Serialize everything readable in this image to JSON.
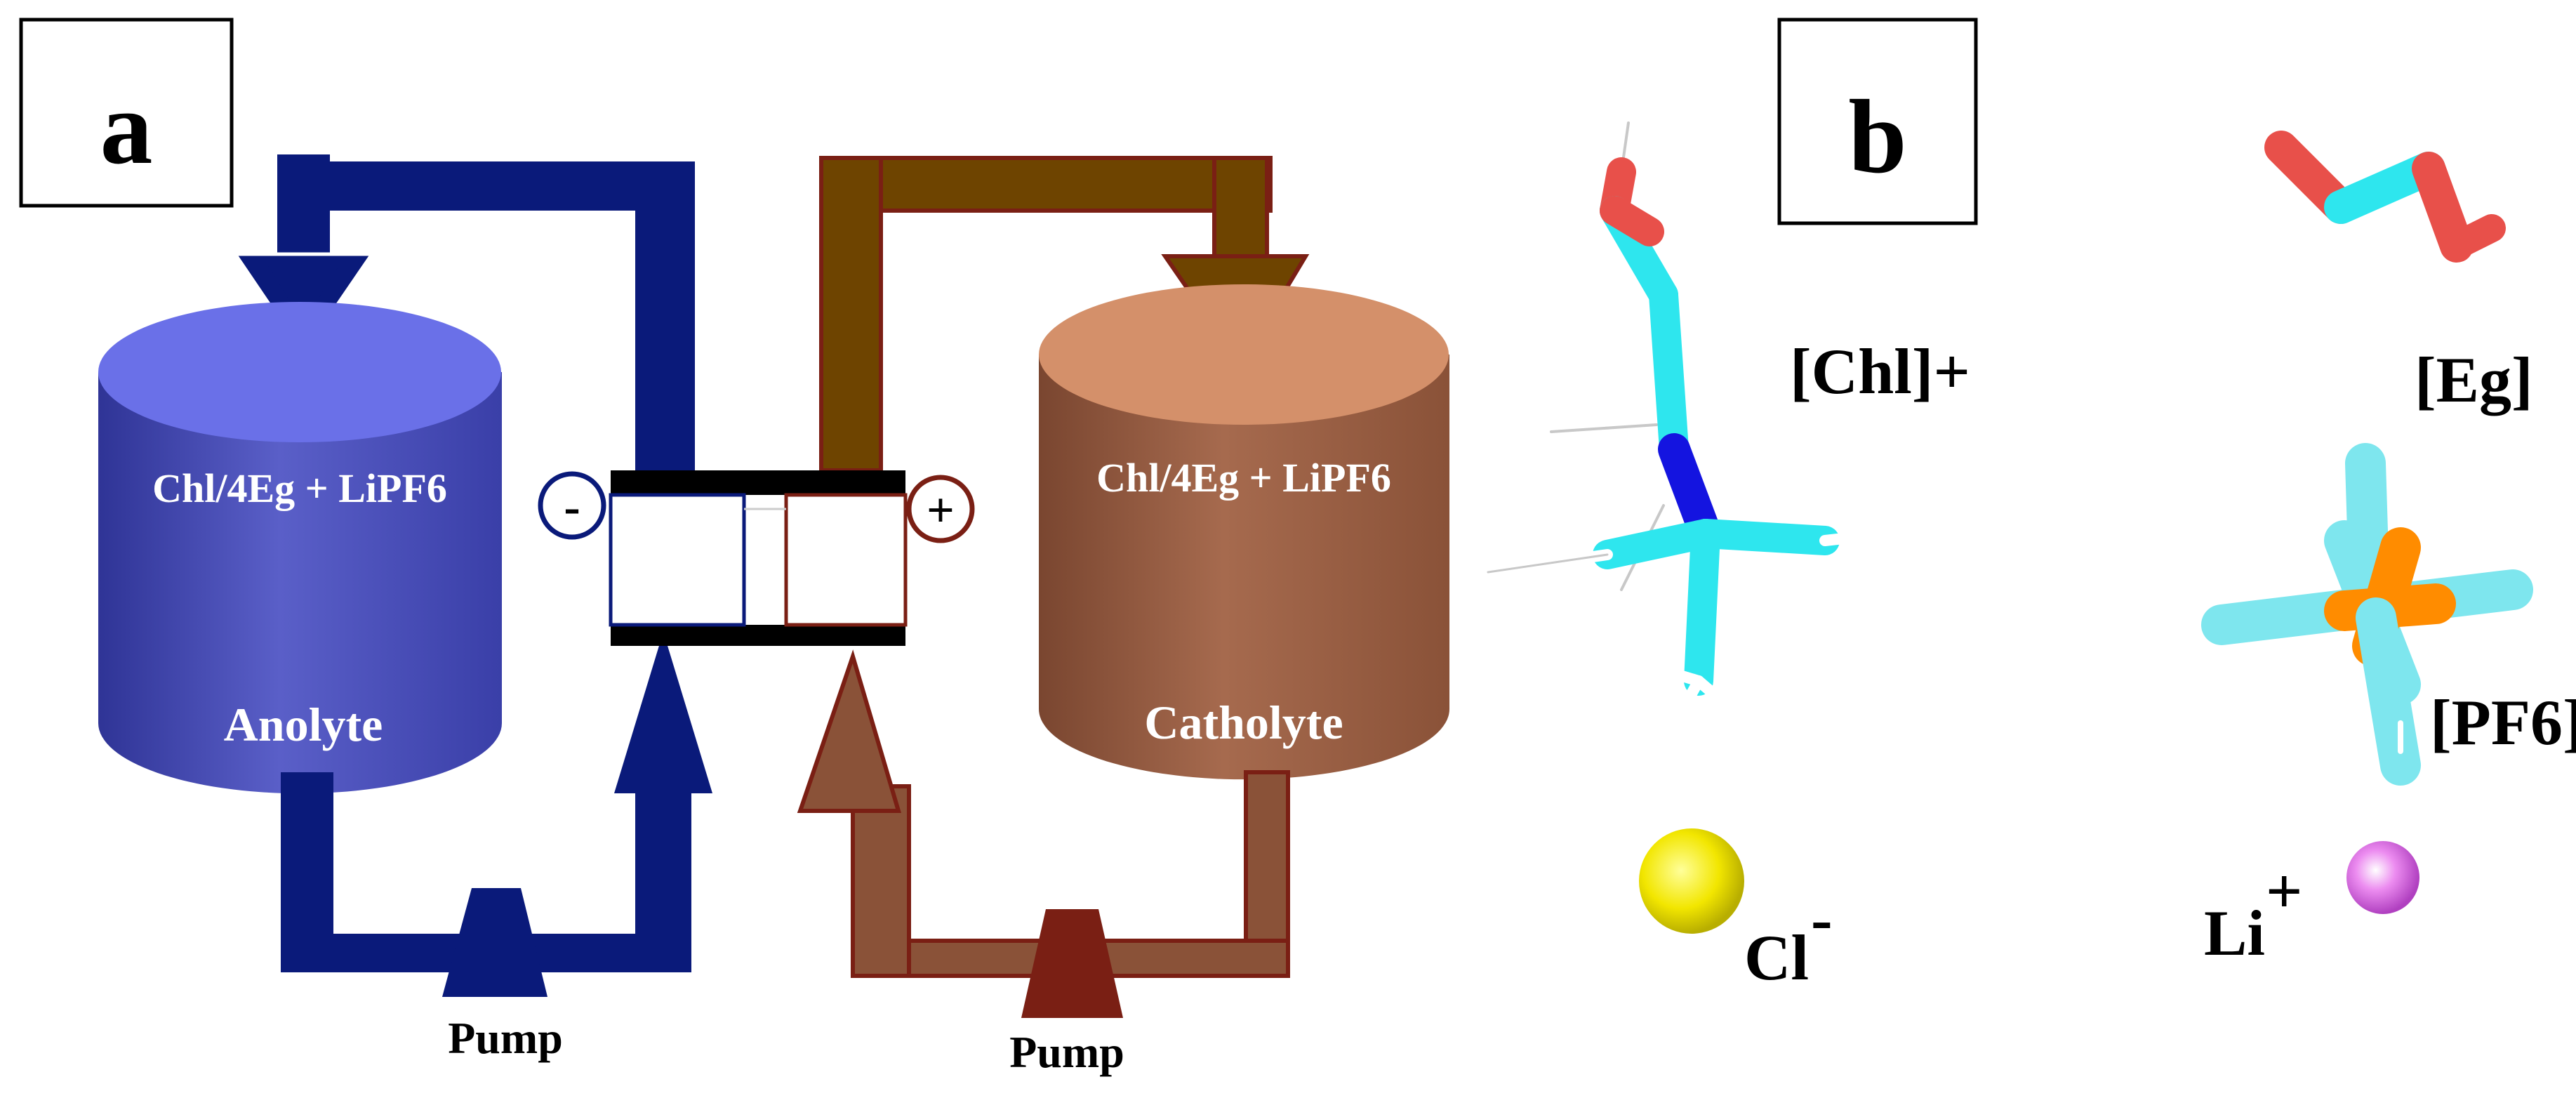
{
  "panel_a": {
    "label": "a",
    "anolyte_tank": {
      "composition": "Chl/4Eg + LiPF6",
      "name": "Anolyte"
    },
    "catholyte_tank": {
      "composition": "Chl/4Eg + LiPF6",
      "name": "Catholyte"
    },
    "negative_sign": "-",
    "positive_sign": "+",
    "pump_left": "Pump",
    "pump_right": "Pump"
  },
  "panel_b": {
    "label": "b",
    "molecules": {
      "chl": "[Chl]+",
      "eg": "[Eg]",
      "pf6": "[PF6]",
      "cl": "Cl",
      "cl_charge": "-",
      "li": "Li",
      "li_charge": "+"
    }
  },
  "colors": {
    "anolyte_pipe": "#0a1a7a",
    "anolyte_tank": "#5a5fc8",
    "catholyte_pipe": "#6e4400",
    "catholyte_outline": "#7a1f14",
    "catholyte_tank": "#a66a4e",
    "hydrogen": "#ffffff",
    "carbon": "#2ee6ee",
    "oxygen": "#e8504a",
    "nitrogen": "#1414e0",
    "phosphorus": "#ff8c00",
    "fluorine": "#7ee6ee",
    "chlorine": "#f2e600",
    "lithium": "#e060e8"
  }
}
